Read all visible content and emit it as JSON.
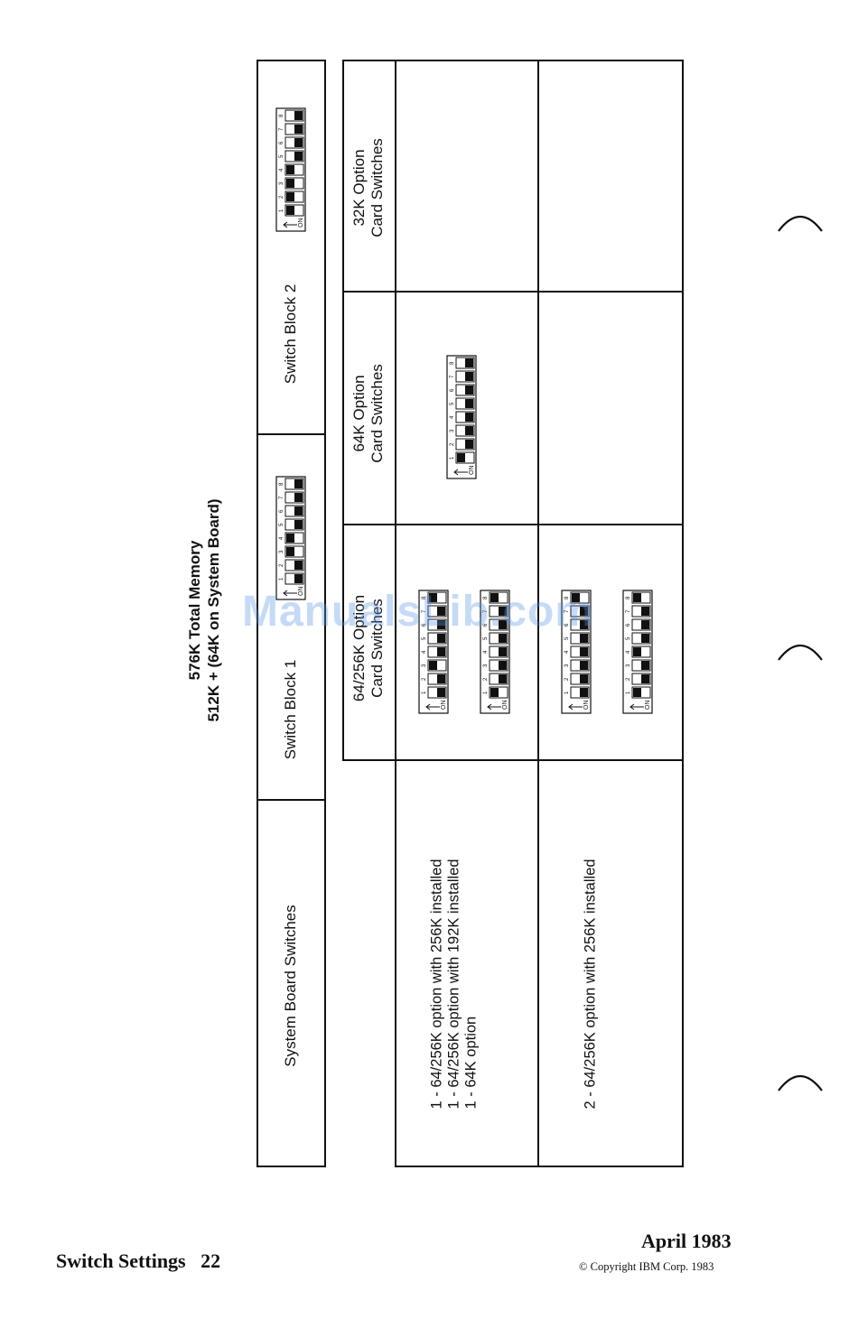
{
  "page": {
    "title_line1": "576K Total Memory",
    "title_line2": "512K + (64K on System Board)"
  },
  "top_table": {
    "col_system": "System Board Switches",
    "col_block1": "Switch Block 1",
    "col_block2": "Switch Block 2"
  },
  "bottom_table": {
    "col_64_256": "64/256K Option Card Switches",
    "col_64_line1": "64K Option",
    "col_64_line2": "Card Switches",
    "col_32_line1": "32K Option",
    "col_32_line2": "Card Switches",
    "col_64_256_line1": "64/256K Option",
    "col_64_256_line2": "Card Switches",
    "rows": [
      {
        "lines": [
          "1 - 64/256K option with 256K installed",
          "1 - 64/256K option with 192K installed",
          "1 - 64K option"
        ]
      },
      {
        "lines": [
          "2 - 64/256K option with 256K installed"
        ]
      }
    ]
  },
  "switch_labels": {
    "on": "ON",
    "numbers": [
      "1",
      "2",
      "3",
      "4",
      "5",
      "6",
      "7",
      "8"
    ]
  },
  "switches": {
    "block1": [
      1,
      1,
      0,
      0,
      1,
      1,
      1,
      1
    ],
    "block2": [
      0,
      0,
      0,
      0,
      1,
      1,
      1,
      1
    ],
    "row1_a": [
      1,
      1,
      0,
      1,
      1,
      1,
      1,
      0
    ],
    "row1_b": [
      0,
      1,
      1,
      1,
      1,
      1,
      1,
      0
    ],
    "row1_64k": [
      0,
      1,
      1,
      1,
      1,
      1,
      1,
      1
    ],
    "row2_a": [
      1,
      1,
      1,
      1,
      1,
      1,
      1,
      0
    ],
    "row2_b": [
      0,
      1,
      1,
      0,
      1,
      1,
      1,
      0
    ]
  },
  "footer": {
    "left": "Switch Settings   22",
    "right_date": "April 1983",
    "copyright": "© Copyright IBM Corp. 1983"
  },
  "watermark": "ManualsLib.com"
}
